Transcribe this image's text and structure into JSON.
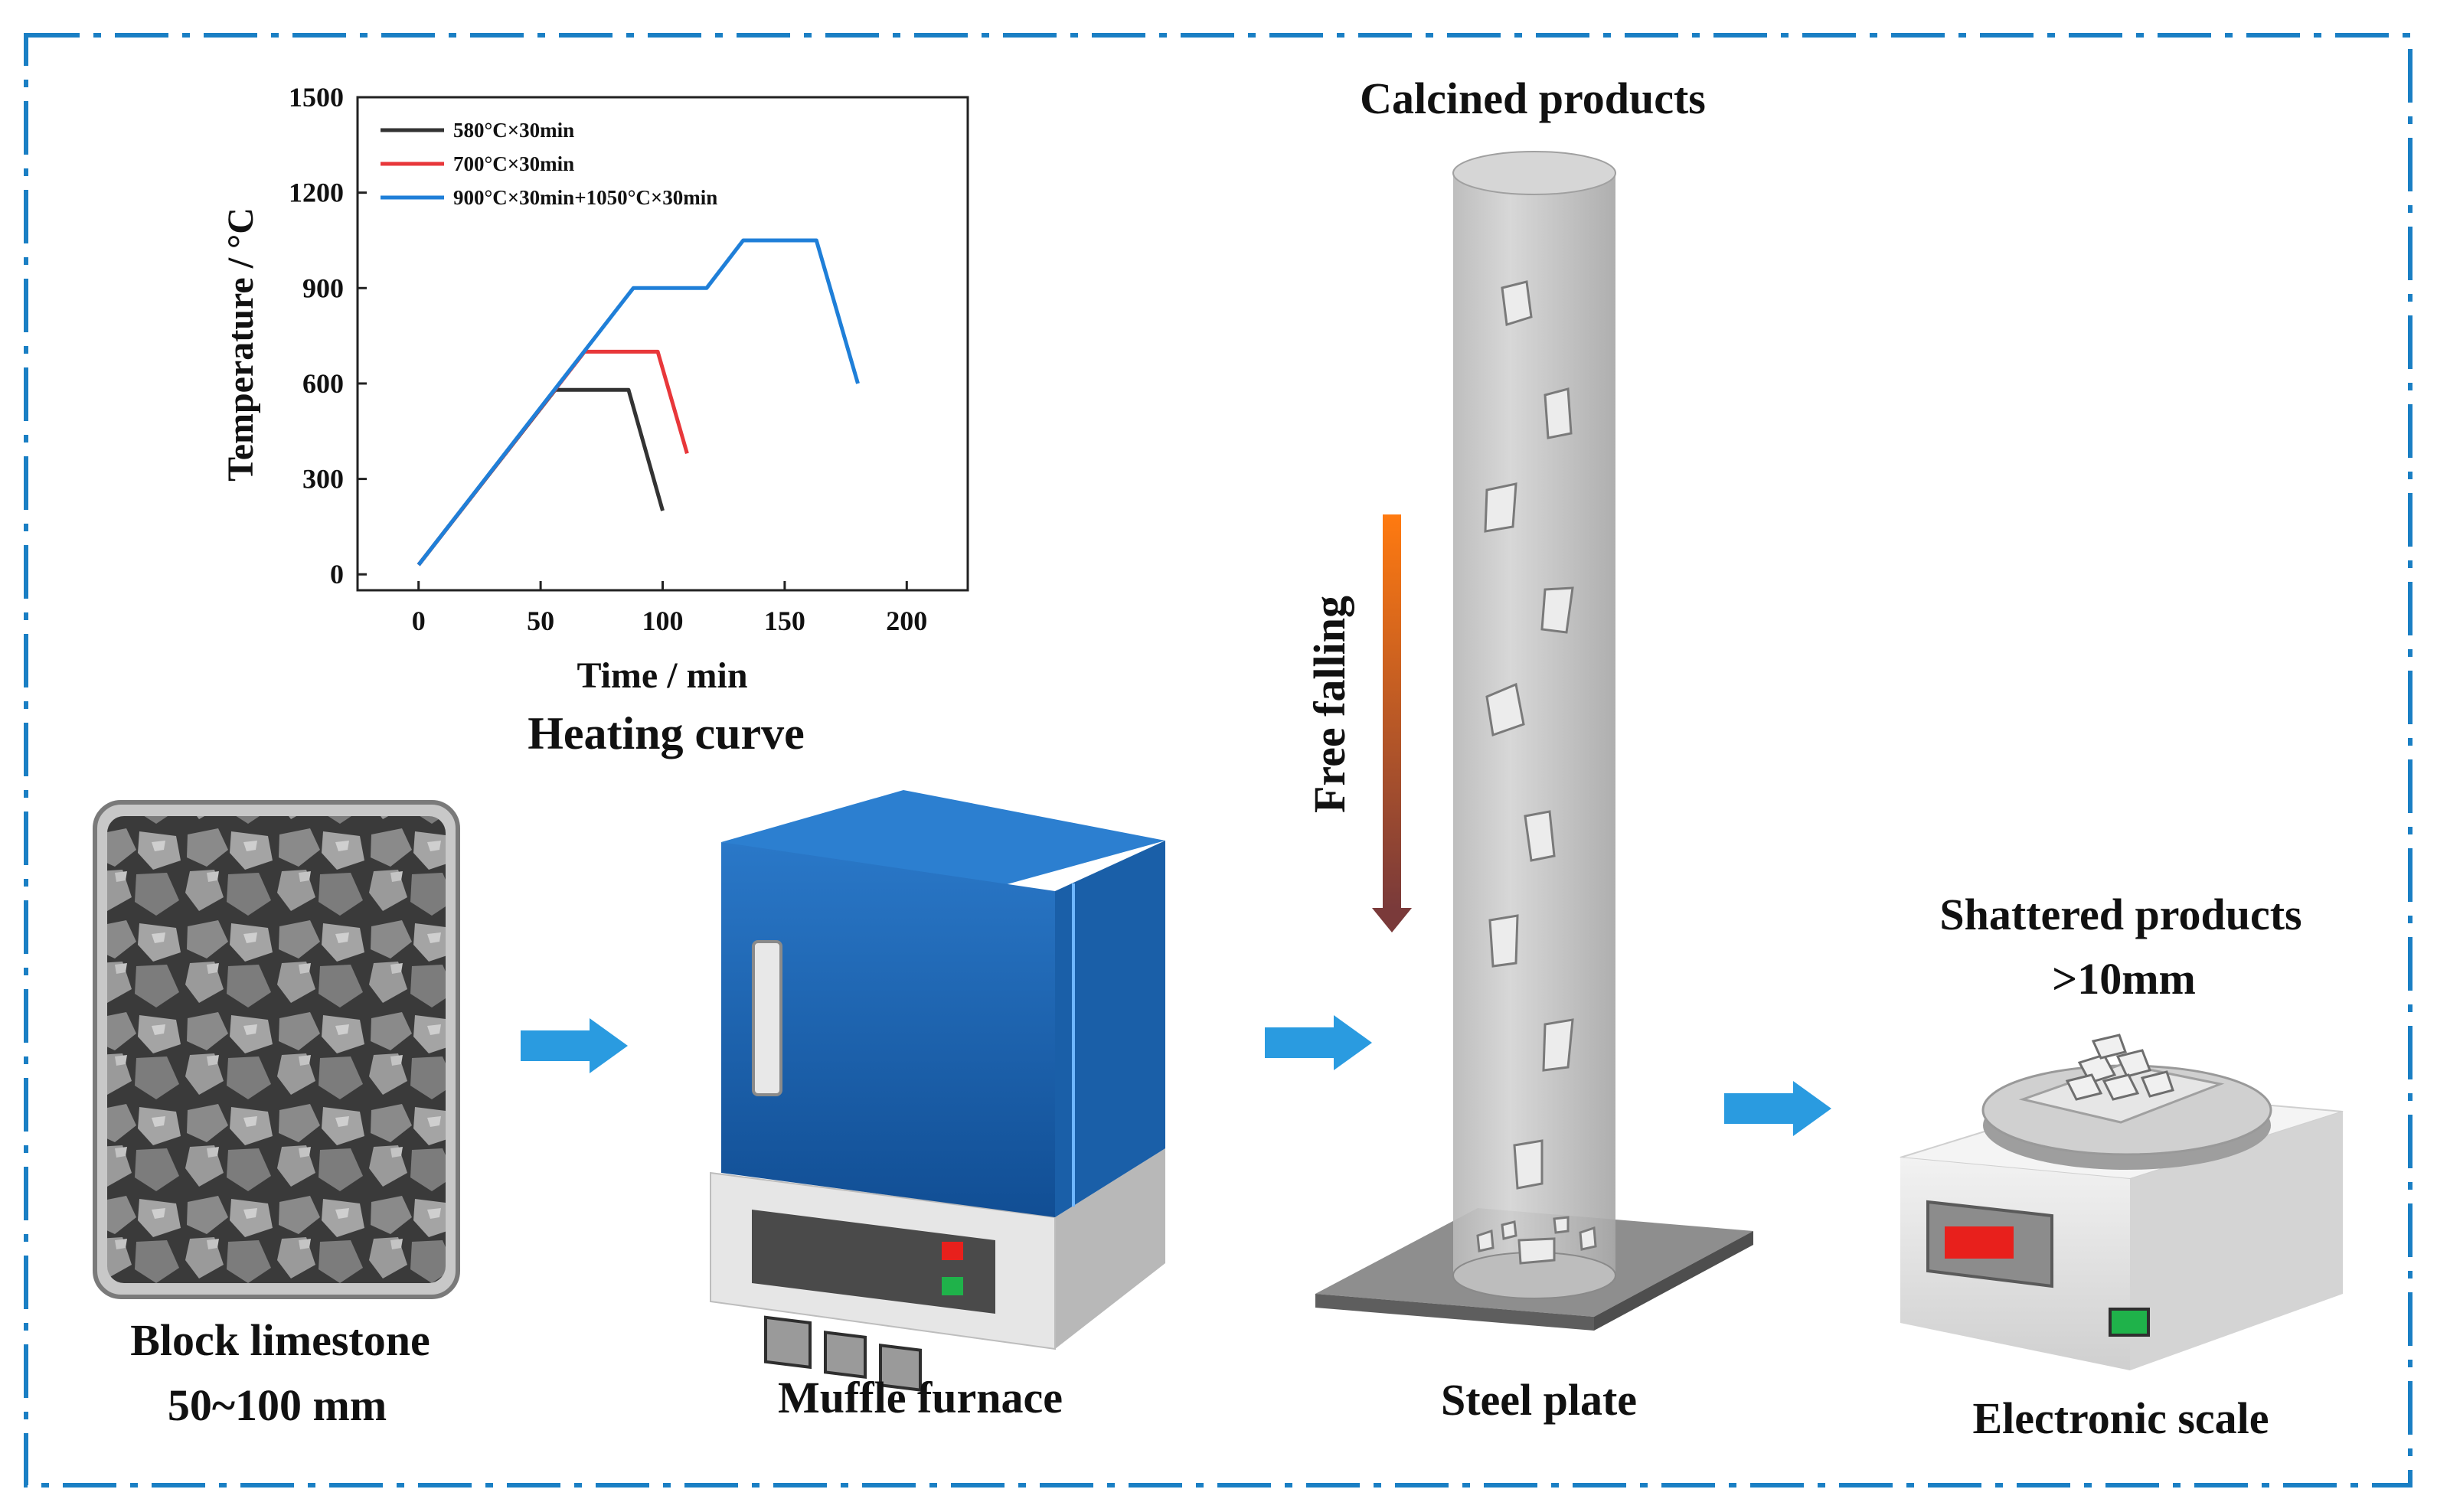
{
  "colors": {
    "frame": "#1a7fc4",
    "arrow": "#2a9be0",
    "furnace_blue": "#1a5fa8",
    "column_gray": "#c4c4c4",
    "series_580": "#333333",
    "series_700": "#e8373a",
    "series_900": "#1f7fd8",
    "display_red": "#e8201c",
    "button_green": "#1fb24a"
  },
  "labels": {
    "block_limestone": "Block limestone",
    "block_size": "50~100 mm",
    "muffle_furnace": "Muffle furnace",
    "calcined_products": "Calcined products",
    "free_falling": "Free falling",
    "steel_plate": "Steel plate",
    "shattered_products": "Shattered products",
    "shattered_size": ">10mm",
    "electronic_scale": "Electronic scale"
  },
  "chart_data": {
    "type": "line",
    "title": "Heating curve",
    "xlabel": "Time / min",
    "ylabel": "Temperature / °C",
    "xlim": [
      -25,
      225
    ],
    "ylim": [
      -50,
      1500
    ],
    "xticks": [
      0,
      50,
      100,
      150,
      200
    ],
    "yticks": [
      0,
      300,
      600,
      900,
      1200,
      1500
    ],
    "legend_position": "top-left",
    "series": [
      {
        "name": "580°C×30min",
        "color": "#333333",
        "points": [
          [
            0,
            30
          ],
          [
            56,
            580
          ],
          [
            86,
            580
          ],
          [
            100,
            200
          ]
        ]
      },
      {
        "name": "700°C×30min",
        "color": "#e8373a",
        "points": [
          [
            0,
            30
          ],
          [
            68,
            700
          ],
          [
            98,
            700
          ],
          [
            110,
            380
          ]
        ]
      },
      {
        "name": "900°C×30min+1050°C×30min",
        "color": "#1f7fd8",
        "points": [
          [
            0,
            30
          ],
          [
            88,
            900
          ],
          [
            118,
            900
          ],
          [
            133,
            1050
          ],
          [
            163,
            1050
          ],
          [
            180,
            600
          ]
        ]
      }
    ]
  }
}
